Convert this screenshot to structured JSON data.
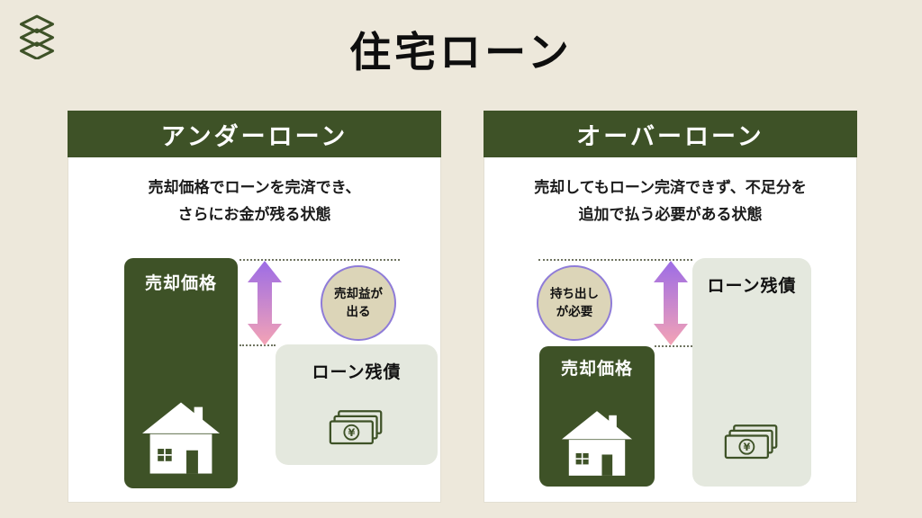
{
  "page": {
    "title": "住宅ローン"
  },
  "colors": {
    "background": "#EDE8DB",
    "dark_green": "#3E5227",
    "light_green_block": "#E4E8DE",
    "circle_fill": "#DCD5B8",
    "circle_border": "#8F7CD8",
    "arrow_gradient_top": "#9C6CE6",
    "arrow_gradient_bottom": "#F4A3B5"
  },
  "icons": {
    "yen_symbol": "¥"
  },
  "panels": [
    {
      "header": "アンダーローン",
      "description_line1": "売却価格でローンを完済でき、",
      "description_line2": "さらにお金が残る状態",
      "green_block_label": "売却価格",
      "circle_line1": "売却益が",
      "circle_line2": "出る",
      "gray_block_label": "ローン残債"
    },
    {
      "header": "オーバーローン",
      "description_line1": "売却してもローン完済できず、不足分を",
      "description_line2": "追加で払う必要がある状態",
      "green_block_label": "売却価格",
      "circle_line1": "持ち出し",
      "circle_line2": "が必要",
      "gray_block_label": "ローン残債"
    }
  ]
}
